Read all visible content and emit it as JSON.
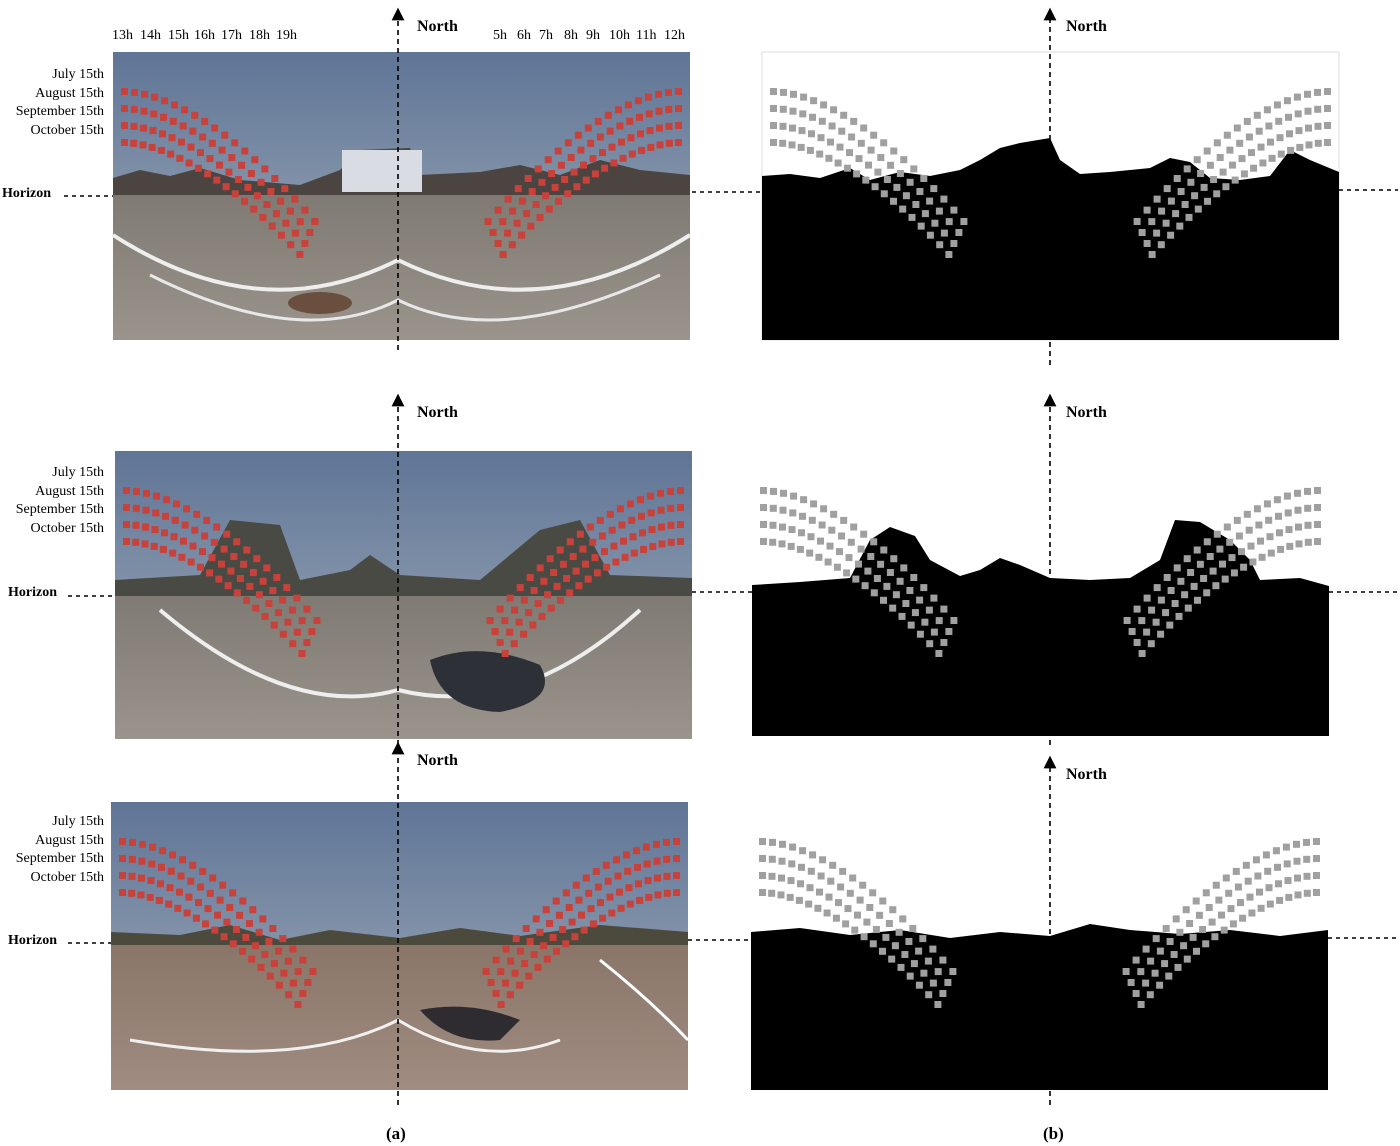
{
  "hours_left": [
    "13h",
    "14h",
    "15h",
    "16h",
    "17h",
    "18h",
    "19h"
  ],
  "hours_right": [
    "5h",
    "6h",
    "7h",
    "8h",
    "9h",
    "10h",
    "11h",
    "12h"
  ],
  "months": [
    "July 15th",
    "August 15th",
    "September 15th",
    "October 15th"
  ],
  "north_label": "North",
  "horizon_label": "Horizon",
  "captions": {
    "a": "(a)",
    "b": "(b)"
  },
  "colors": {
    "sun_path_photo": "#c8413a",
    "sun_path_mask": "#a0a0a0",
    "sky_photo": "#6b7f9c",
    "ground_photo": "#8a857c",
    "obstruction_mask": "#000000"
  },
  "icons": {
    "axis_arrow": "arrow-up-icon"
  }
}
